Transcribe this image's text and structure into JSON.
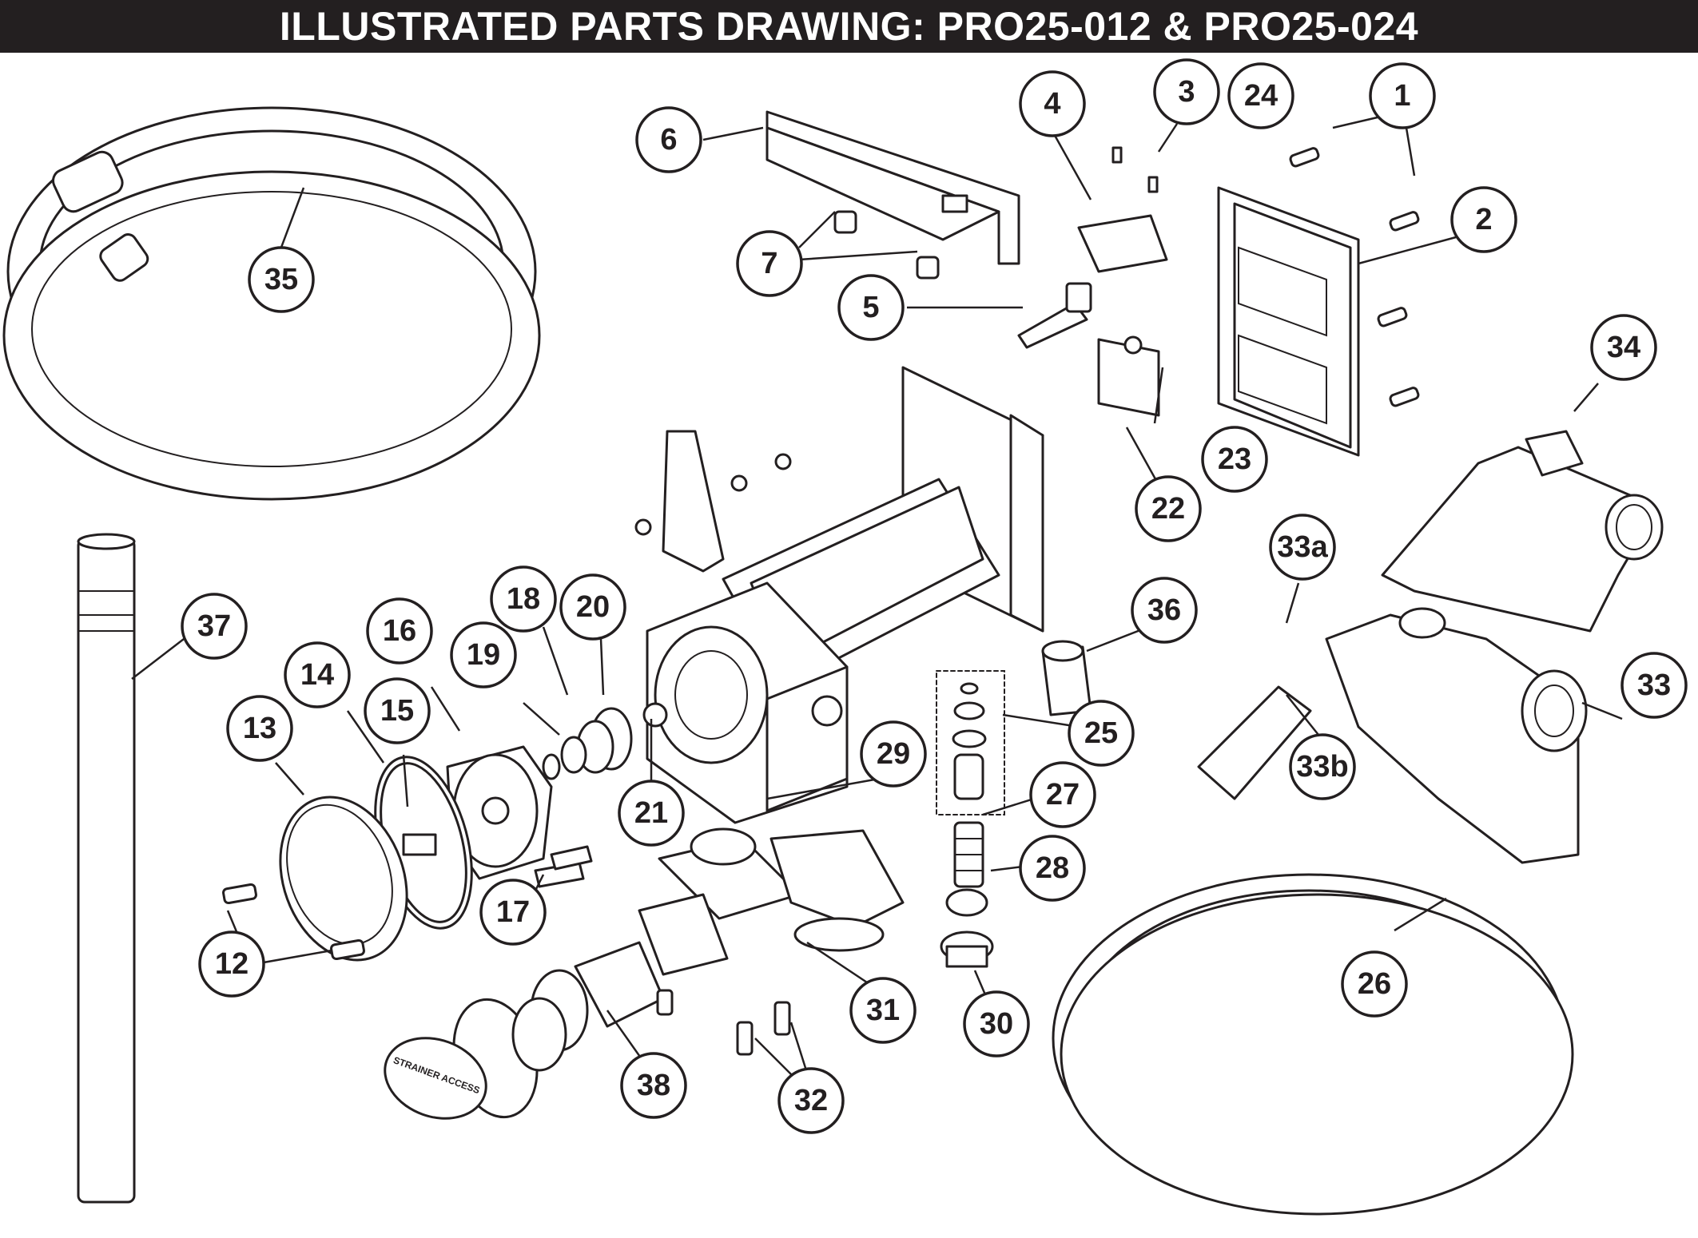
{
  "header": {
    "title": "ILLUSTRATED PARTS DRAWING: PRO25-012 & PRO25-024",
    "background": "#231f20",
    "text_color": "#ffffff"
  },
  "callouts": [
    {
      "id": "1",
      "label": "1"
    },
    {
      "id": "2",
      "label": "2"
    },
    {
      "id": "3",
      "label": "3"
    },
    {
      "id": "4",
      "label": "4"
    },
    {
      "id": "5",
      "label": "5"
    },
    {
      "id": "6",
      "label": "6"
    },
    {
      "id": "7",
      "label": "7"
    },
    {
      "id": "12",
      "label": "12"
    },
    {
      "id": "13",
      "label": "13"
    },
    {
      "id": "14",
      "label": "14"
    },
    {
      "id": "15",
      "label": "15"
    },
    {
      "id": "16",
      "label": "16"
    },
    {
      "id": "17",
      "label": "17"
    },
    {
      "id": "18",
      "label": "18"
    },
    {
      "id": "19",
      "label": "19"
    },
    {
      "id": "20",
      "label": "20"
    },
    {
      "id": "21",
      "label": "21"
    },
    {
      "id": "22",
      "label": "22"
    },
    {
      "id": "23",
      "label": "23"
    },
    {
      "id": "24",
      "label": "24"
    },
    {
      "id": "25",
      "label": "25"
    },
    {
      "id": "26",
      "label": "26"
    },
    {
      "id": "27",
      "label": "27"
    },
    {
      "id": "28",
      "label": "28"
    },
    {
      "id": "29",
      "label": "29"
    },
    {
      "id": "30",
      "label": "30"
    },
    {
      "id": "31",
      "label": "31"
    },
    {
      "id": "32",
      "label": "32"
    },
    {
      "id": "33",
      "label": "33"
    },
    {
      "id": "33a",
      "label": "33a"
    },
    {
      "id": "33b",
      "label": "33b"
    },
    {
      "id": "34",
      "label": "34"
    },
    {
      "id": "35",
      "label": "35"
    },
    {
      "id": "36",
      "label": "36"
    },
    {
      "id": "37",
      "label": "37"
    },
    {
      "id": "38",
      "label": "38"
    }
  ],
  "strainer_cap_text": "STRAINER ACCESS"
}
